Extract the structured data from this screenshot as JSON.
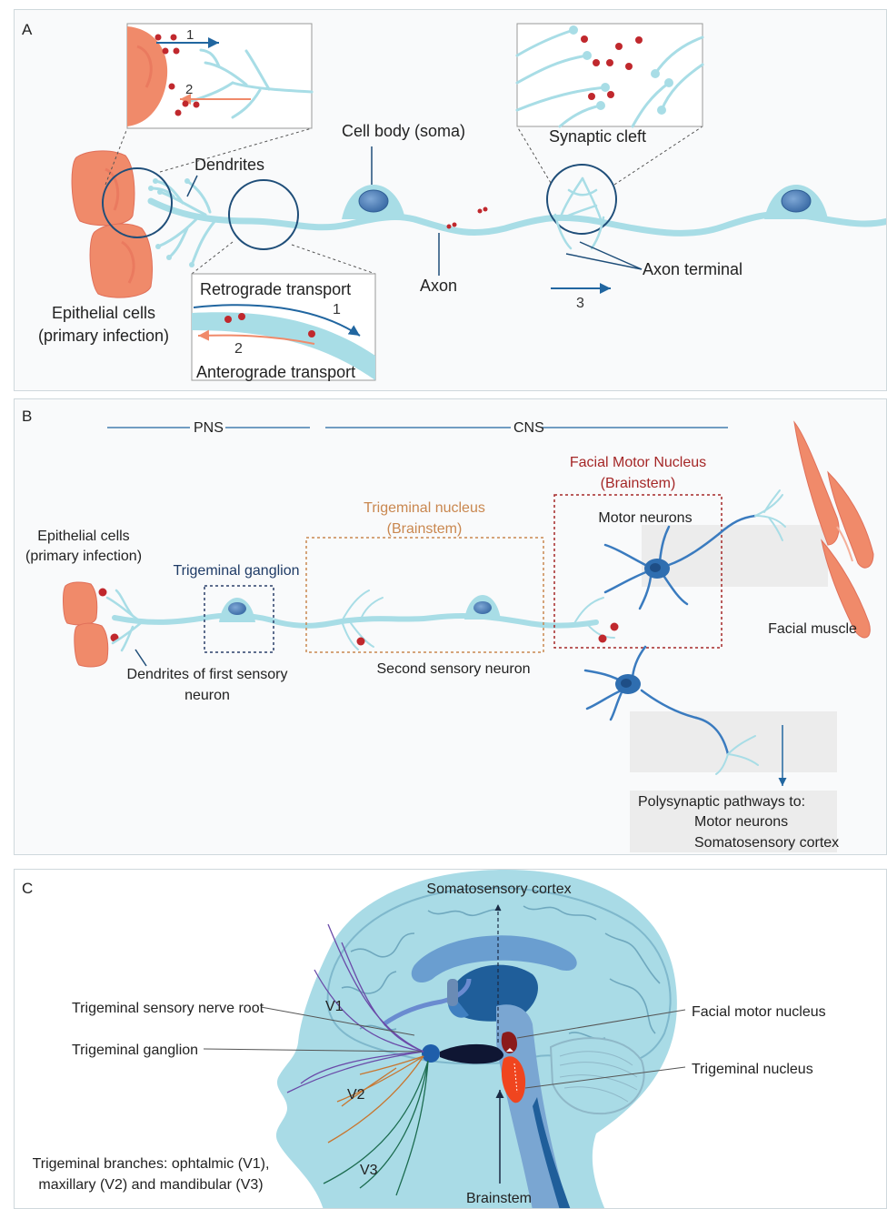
{
  "panel_a": {
    "letter": "A",
    "inset1": {
      "label1": "1",
      "label2": "2"
    },
    "dendrites": "Dendrites",
    "cell_body": "Cell body (soma)",
    "synaptic_cleft": "Synaptic cleft",
    "epithelial_1": "Epithelial cells",
    "epithelial_2": "(primary infection)",
    "axon": "Axon",
    "axon_terminal": "Axon terminal",
    "arrow3": "3",
    "retrograde": "Retrograde transport",
    "retro_num": "1",
    "antero_num": "2",
    "anterograde": "Anterograde transport"
  },
  "panel_b": {
    "letter": "B",
    "pns": "PNS",
    "cns": "CNS",
    "epithelial_1": "Epithelial cells",
    "epithelial_2": "(primary infection)",
    "trigeminal_ganglion": "Trigeminal ganglion",
    "trigeminal_nucleus_1": "Trigeminal nucleus",
    "trigeminal_nucleus_2": "(Brainstem)",
    "facial_motor_1": "Facial Motor Nucleus",
    "facial_motor_2": "(Brainstem)",
    "motor_neurons": "Motor neurons",
    "facial_muscle": "Facial muscle",
    "dendrites_1": "Dendrites of first sensory",
    "dendrites_2": "neuron",
    "second_neuron": "Second sensory neuron",
    "poly_1": "Polysynaptic pathways to:",
    "poly_2": "Motor neurons",
    "poly_3": "Somatosensory cortex"
  },
  "panel_c": {
    "letter": "C",
    "somatosensory": "Somatosensory cortex",
    "sensory_root": "Trigeminal sensory nerve root",
    "ganglion": "Trigeminal ganglion",
    "v1": "V1",
    "v2": "V2",
    "v3": "V3",
    "facial_motor": "Facial motor nucleus",
    "trig_nucleus": "Trigeminal nucleus",
    "branches_1": "Trigeminal branches: ophtalmic (V1),",
    "branches_2": "maxillary (V2) and mandibular (V3)",
    "brainstem": "Brainstem"
  },
  "colors": {
    "neuron": "#a8dde6",
    "nucleus": "#4f7fb8",
    "virus": "#c0282d",
    "epithelial": "#f08a6a",
    "arrow": "#2166a0",
    "orange_label": "#c9874f",
    "red_label": "#a52727",
    "navy_label": "#1f3b66"
  }
}
